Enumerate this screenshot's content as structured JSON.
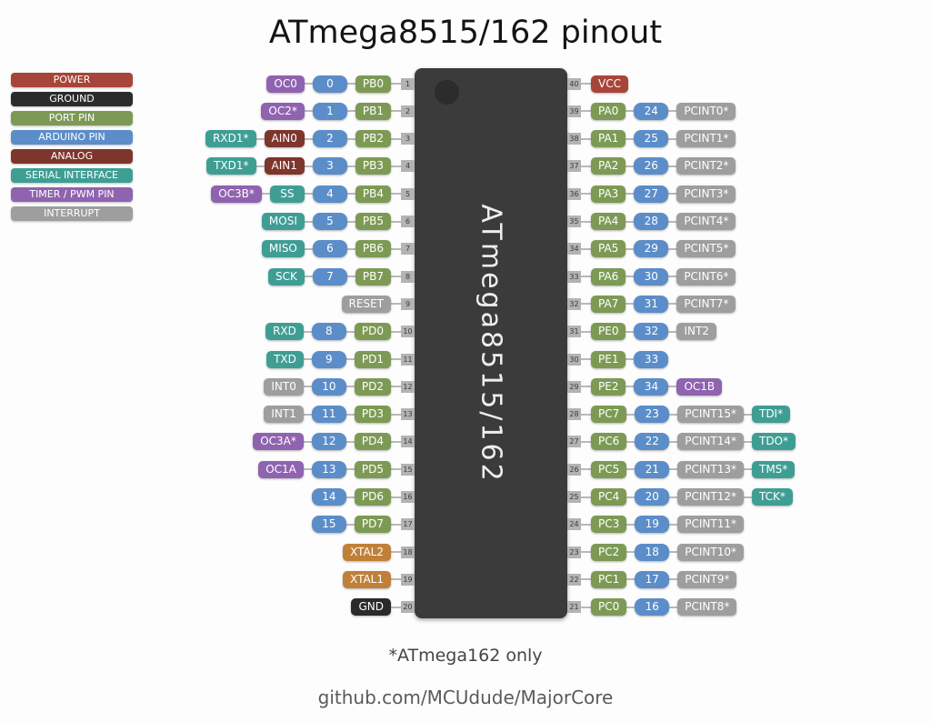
{
  "title": "ATmega8515/162 pinout",
  "chip": {
    "label": "ATmega8515/162"
  },
  "footnote": "*ATmega162 only",
  "credit": "github.com/MCUdude/MajorCore",
  "colors": {
    "power": "#a8453a",
    "ground": "#2b2b2b",
    "port": "#7d9a55",
    "arduino": "#5b8dc9",
    "analog": "#7e352b",
    "serial": "#3f9e94",
    "timer": "#8f63b0",
    "interrupt": "#9e9e9e",
    "reset": "#9e9e9e",
    "xtal": "#c08038"
  },
  "legend": [
    {
      "label": "POWER",
      "type": "power"
    },
    {
      "label": "GROUND",
      "type": "ground"
    },
    {
      "label": "PORT PIN",
      "type": "port"
    },
    {
      "label": "ARDUINO PIN",
      "type": "arduino"
    },
    {
      "label": "ANALOG",
      "type": "analog"
    },
    {
      "label": "SERIAL INTERFACE",
      "type": "serial"
    },
    {
      "label": "TIMER / PWM PIN",
      "type": "timer"
    },
    {
      "label": "INTERRUPT",
      "type": "interrupt"
    }
  ],
  "left_pins": [
    {
      "pin": 1,
      "badges": [
        {
          "text": "OC0",
          "type": "timer"
        },
        {
          "text": "0",
          "type": "arduino"
        },
        {
          "text": "PB0",
          "type": "port"
        }
      ]
    },
    {
      "pin": 2,
      "badges": [
        {
          "text": "OC2*",
          "type": "timer"
        },
        {
          "text": "1",
          "type": "arduino"
        },
        {
          "text": "PB1",
          "type": "port"
        }
      ]
    },
    {
      "pin": 3,
      "badges": [
        {
          "text": "RXD1*",
          "type": "serial"
        },
        {
          "text": "AIN0",
          "type": "analog"
        },
        {
          "text": "2",
          "type": "arduino"
        },
        {
          "text": "PB2",
          "type": "port"
        }
      ]
    },
    {
      "pin": 4,
      "badges": [
        {
          "text": "TXD1*",
          "type": "serial"
        },
        {
          "text": "AIN1",
          "type": "analog"
        },
        {
          "text": "3",
          "type": "arduino"
        },
        {
          "text": "PB3",
          "type": "port"
        }
      ]
    },
    {
      "pin": 5,
      "badges": [
        {
          "text": "OC3B*",
          "type": "timer"
        },
        {
          "text": "SS",
          "type": "serial"
        },
        {
          "text": "4",
          "type": "arduino"
        },
        {
          "text": "PB4",
          "type": "port"
        }
      ]
    },
    {
      "pin": 6,
      "badges": [
        {
          "text": "MOSI",
          "type": "serial"
        },
        {
          "text": "5",
          "type": "arduino"
        },
        {
          "text": "PB5",
          "type": "port"
        }
      ]
    },
    {
      "pin": 7,
      "badges": [
        {
          "text": "MISO",
          "type": "serial"
        },
        {
          "text": "6",
          "type": "arduino"
        },
        {
          "text": "PB6",
          "type": "port"
        }
      ]
    },
    {
      "pin": 8,
      "badges": [
        {
          "text": "SCK",
          "type": "serial"
        },
        {
          "text": "7",
          "type": "arduino"
        },
        {
          "text": "PB7",
          "type": "port"
        }
      ]
    },
    {
      "pin": 9,
      "badges": [
        {
          "text": "RESET",
          "type": "reset"
        }
      ]
    },
    {
      "pin": 10,
      "badges": [
        {
          "text": "RXD",
          "type": "serial"
        },
        {
          "text": "8",
          "type": "arduino"
        },
        {
          "text": "PD0",
          "type": "port"
        }
      ]
    },
    {
      "pin": 11,
      "badges": [
        {
          "text": "TXD",
          "type": "serial"
        },
        {
          "text": "9",
          "type": "arduino"
        },
        {
          "text": "PD1",
          "type": "port"
        }
      ]
    },
    {
      "pin": 12,
      "badges": [
        {
          "text": "INT0",
          "type": "interrupt"
        },
        {
          "text": "10",
          "type": "arduino"
        },
        {
          "text": "PD2",
          "type": "port"
        }
      ]
    },
    {
      "pin": 13,
      "badges": [
        {
          "text": "INT1",
          "type": "interrupt"
        },
        {
          "text": "11",
          "type": "arduino"
        },
        {
          "text": "PD3",
          "type": "port"
        }
      ]
    },
    {
      "pin": 14,
      "badges": [
        {
          "text": "OC3A*",
          "type": "timer"
        },
        {
          "text": "12",
          "type": "arduino"
        },
        {
          "text": "PD4",
          "type": "port"
        }
      ]
    },
    {
      "pin": 15,
      "badges": [
        {
          "text": "OC1A",
          "type": "timer"
        },
        {
          "text": "13",
          "type": "arduino"
        },
        {
          "text": "PD5",
          "type": "port"
        }
      ]
    },
    {
      "pin": 16,
      "badges": [
        {
          "text": "14",
          "type": "arduino"
        },
        {
          "text": "PD6",
          "type": "port"
        }
      ]
    },
    {
      "pin": 17,
      "badges": [
        {
          "text": "15",
          "type": "arduino"
        },
        {
          "text": "PD7",
          "type": "port"
        }
      ]
    },
    {
      "pin": 18,
      "badges": [
        {
          "text": "XTAL2",
          "type": "xtal"
        }
      ]
    },
    {
      "pin": 19,
      "badges": [
        {
          "text": "XTAL1",
          "type": "xtal"
        }
      ]
    },
    {
      "pin": 20,
      "badges": [
        {
          "text": "GND",
          "type": "ground"
        }
      ]
    }
  ],
  "right_pins": [
    {
      "pin": 40,
      "badges": [
        {
          "text": "VCC",
          "type": "power"
        }
      ]
    },
    {
      "pin": 39,
      "badges": [
        {
          "text": "PA0",
          "type": "port"
        },
        {
          "text": "24",
          "type": "arduino"
        },
        {
          "text": "PCINT0*",
          "type": "interrupt"
        }
      ]
    },
    {
      "pin": 38,
      "badges": [
        {
          "text": "PA1",
          "type": "port"
        },
        {
          "text": "25",
          "type": "arduino"
        },
        {
          "text": "PCINT1*",
          "type": "interrupt"
        }
      ]
    },
    {
      "pin": 37,
      "badges": [
        {
          "text": "PA2",
          "type": "port"
        },
        {
          "text": "26",
          "type": "arduino"
        },
        {
          "text": "PCINT2*",
          "type": "interrupt"
        }
      ]
    },
    {
      "pin": 36,
      "badges": [
        {
          "text": "PA3",
          "type": "port"
        },
        {
          "text": "27",
          "type": "arduino"
        },
        {
          "text": "PCINT3*",
          "type": "interrupt"
        }
      ]
    },
    {
      "pin": 35,
      "badges": [
        {
          "text": "PA4",
          "type": "port"
        },
        {
          "text": "28",
          "type": "arduino"
        },
        {
          "text": "PCINT4*",
          "type": "interrupt"
        }
      ]
    },
    {
      "pin": 34,
      "badges": [
        {
          "text": "PA5",
          "type": "port"
        },
        {
          "text": "29",
          "type": "arduino"
        },
        {
          "text": "PCINT5*",
          "type": "interrupt"
        }
      ]
    },
    {
      "pin": 33,
      "badges": [
        {
          "text": "PA6",
          "type": "port"
        },
        {
          "text": "30",
          "type": "arduino"
        },
        {
          "text": "PCINT6*",
          "type": "interrupt"
        }
      ]
    },
    {
      "pin": 32,
      "badges": [
        {
          "text": "PA7",
          "type": "port"
        },
        {
          "text": "31",
          "type": "arduino"
        },
        {
          "text": "PCINT7*",
          "type": "interrupt"
        }
      ]
    },
    {
      "pin": 31,
      "badges": [
        {
          "text": "PE0",
          "type": "port"
        },
        {
          "text": "32",
          "type": "arduino"
        },
        {
          "text": "INT2",
          "type": "interrupt"
        }
      ]
    },
    {
      "pin": 30,
      "badges": [
        {
          "text": "PE1",
          "type": "port"
        },
        {
          "text": "33",
          "type": "arduino"
        }
      ]
    },
    {
      "pin": 29,
      "badges": [
        {
          "text": "PE2",
          "type": "port"
        },
        {
          "text": "34",
          "type": "arduino"
        },
        {
          "text": "OC1B",
          "type": "timer"
        }
      ]
    },
    {
      "pin": 28,
      "badges": [
        {
          "text": "PC7",
          "type": "port"
        },
        {
          "text": "23",
          "type": "arduino"
        },
        {
          "text": "PCINT15*",
          "type": "interrupt"
        },
        {
          "text": "TDI*",
          "type": "serial"
        }
      ]
    },
    {
      "pin": 27,
      "badges": [
        {
          "text": "PC6",
          "type": "port"
        },
        {
          "text": "22",
          "type": "arduino"
        },
        {
          "text": "PCINT14*",
          "type": "interrupt"
        },
        {
          "text": "TDO*",
          "type": "serial"
        }
      ]
    },
    {
      "pin": 26,
      "badges": [
        {
          "text": "PC5",
          "type": "port"
        },
        {
          "text": "21",
          "type": "arduino"
        },
        {
          "text": "PCINT13*",
          "type": "interrupt"
        },
        {
          "text": "TMS*",
          "type": "serial"
        }
      ]
    },
    {
      "pin": 25,
      "badges": [
        {
          "text": "PC4",
          "type": "port"
        },
        {
          "text": "20",
          "type": "arduino"
        },
        {
          "text": "PCINT12*",
          "type": "interrupt"
        },
        {
          "text": "TCK*",
          "type": "serial"
        }
      ]
    },
    {
      "pin": 24,
      "badges": [
        {
          "text": "PC3",
          "type": "port"
        },
        {
          "text": "19",
          "type": "arduino"
        },
        {
          "text": "PCINT11*",
          "type": "interrupt"
        }
      ]
    },
    {
      "pin": 23,
      "badges": [
        {
          "text": "PC2",
          "type": "port"
        },
        {
          "text": "18",
          "type": "arduino"
        },
        {
          "text": "PCINT10*",
          "type": "interrupt"
        }
      ]
    },
    {
      "pin": 22,
      "badges": [
        {
          "text": "PC1",
          "type": "port"
        },
        {
          "text": "17",
          "type": "arduino"
        },
        {
          "text": "PCINT9*",
          "type": "interrupt"
        }
      ]
    },
    {
      "pin": 21,
      "badges": [
        {
          "text": "PC0",
          "type": "port"
        },
        {
          "text": "16",
          "type": "arduino"
        },
        {
          "text": "PCINT8*",
          "type": "interrupt"
        }
      ]
    }
  ]
}
